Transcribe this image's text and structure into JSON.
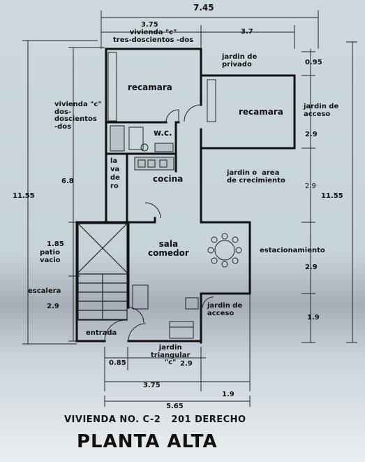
{
  "title": "PLANTA ALTA",
  "house": {
    "label": "VIVIENDA NO. C-2",
    "unit": "201 DERECHO"
  },
  "dimensions": {
    "top_total": "7.45",
    "top_left": "3.75",
    "top_right": "3.7",
    "right_a": "0.95",
    "right_b": "2.9",
    "right_c": "2.9",
    "right_total": "11.55",
    "right_d": "2.9",
    "right_e": "1.9",
    "left_total": "11.55",
    "left_a": "6.8",
    "left_b": "1.85",
    "left_c": "2.9",
    "bottom_a": "0.85",
    "bottom_b": "2.9",
    "bottom_c": "3.75",
    "bottom_d": "1.9",
    "bottom_total": "5.65"
  },
  "rooms": {
    "vivienda_c_top": "vivienda \"c\"\ntres-doscientos -dos",
    "vivienda_c_left": "vivienda \"c\"\ndos-\ndoscientos\n-dos",
    "recamara_left": "recamara",
    "recamara_right": "recamara",
    "jardin_privado": "jardin de\nprivado",
    "jardin_acceso_top": "jardin de\nacceso",
    "wc": "w.c.",
    "lavadero": "lavadero",
    "cocina": "cocina",
    "jardin_crecimiento": "jardin o  area\nde crecimiento",
    "sala_comedor": "sala\ncomedor",
    "patio_vacio": "patio\nvacio",
    "estacionamiento": "estacionamiento",
    "escalera": "escalera",
    "jardin_acceso_bottom": "jardin de\nacceso",
    "entrada": "entrada",
    "jardin_triangular": "jardin\ntriangular\n\"c\""
  }
}
